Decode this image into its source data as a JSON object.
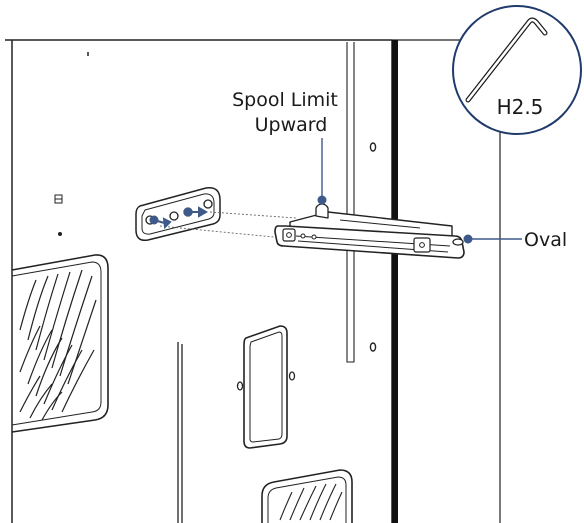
{
  "diagram": {
    "callouts": {
      "spool_limit_line1": "Spool Limit",
      "spool_limit_line2": "Upward",
      "oval": "Oval"
    },
    "tool_badge": {
      "label": "H2.5",
      "icon": "hex-key-icon"
    },
    "colors": {
      "callout_dot": "#3d5a8a",
      "outline": "#1a1a1a",
      "badge_stroke": "#1f3a6b"
    }
  }
}
